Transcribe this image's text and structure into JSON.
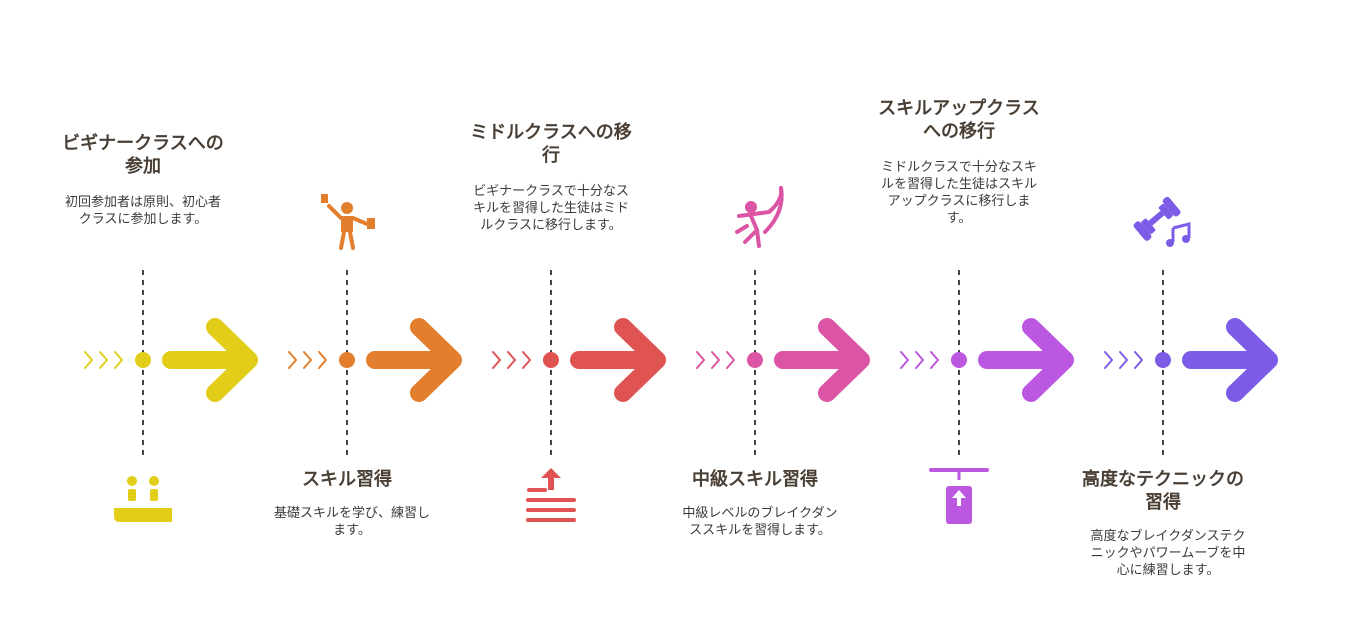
{
  "steps": [
    {
      "title": "ビギナークラスへの参加",
      "desc": "初回参加者は原則、初心者クラスに参加します。",
      "color": "#e2ce19",
      "icon": "people-seated-icon",
      "text_pos": "top"
    },
    {
      "title": "スキル習得",
      "desc": "基礎スキルを学び、練習します。",
      "color": "#e27e2c",
      "icon": "juggling-person-icon",
      "text_pos": "bottom"
    },
    {
      "title": "ミドルクラスへの移行",
      "desc": "ビギナークラスで十分なスキルを習得した生徒はミドルクラスに移行します。",
      "color": "#e05353",
      "icon": "upgrade-arrow-icon",
      "text_pos": "top"
    },
    {
      "title": "中級スキル習得",
      "desc": "中級レベルのブレイクダンススキルを習得します。",
      "color": "#dc54a4",
      "icon": "dancer-icon",
      "text_pos": "bottom"
    },
    {
      "title": "スキルアップクラスへの移行",
      "desc": "ミドルクラスで十分なスキルを習得した生徒はスキルアップクラスに移行します。",
      "color": "#bb57e0",
      "icon": "hanging-box-up-icon",
      "text_pos": "top"
    },
    {
      "title": "高度なテクニックの習得",
      "desc": "高度なブレイクダンステクニックやパワームーブを中心に練習します。",
      "color": "#7c5ce6",
      "icon": "dumbbell-music-icon",
      "text_pos": "bottom"
    }
  ]
}
